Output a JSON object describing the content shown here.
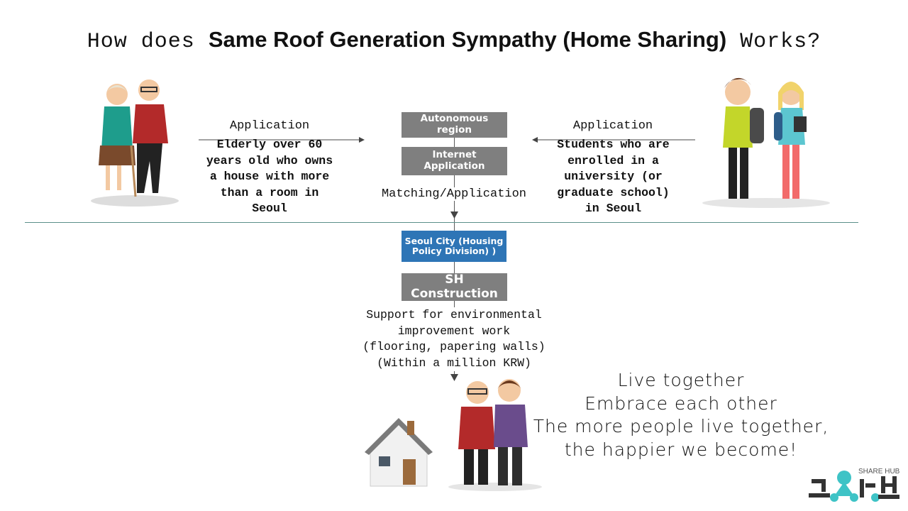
{
  "title": {
    "prefix": "How does ",
    "bold": "Same Roof Generation Sympathy (Home Sharing)",
    "suffix": " Works?"
  },
  "left": {
    "arrow_label": "Application",
    "description": "Elderly over 60 years old who owns a house with more than a room in Seoul"
  },
  "right": {
    "arrow_label": "Application",
    "description": "Students who are enrolled in a university (or graduate school) in Seoul"
  },
  "flow": {
    "box1": "Autonomous region",
    "box2": "Internet Application",
    "matching": "Matching/Application",
    "box3": "Seoul City (Housing Policy Division) )",
    "box4": "SH Construction",
    "support_lines": [
      "Support for environmental",
      "improvement work",
      "(flooring, papering walls)",
      "(Within a million KRW)"
    ]
  },
  "slogan_lines": [
    "Live together",
    "Embrace each other",
    "The more people live together,",
    "the happier we become!"
  ],
  "logo": {
    "korean": "공유허브",
    "english": "SHARE HUB"
  },
  "colors": {
    "box_gray": "#7f7f7f",
    "box_blue": "#2e75b6",
    "logo_teal": "#3ec3c6"
  }
}
